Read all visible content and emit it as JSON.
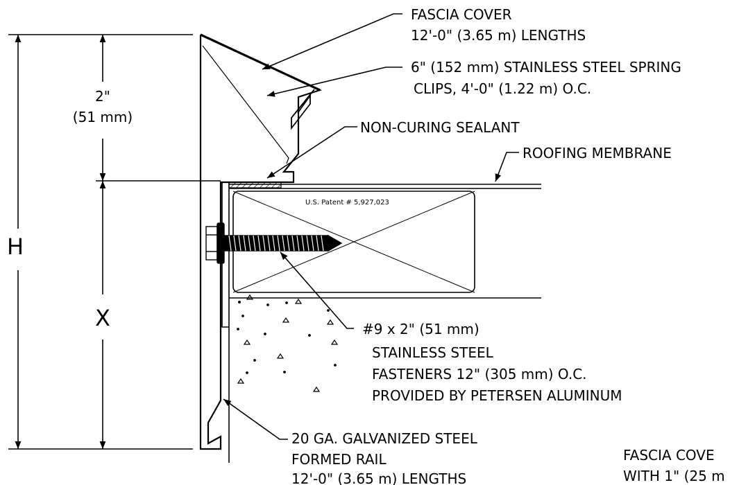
{
  "dimensions": {
    "h": "H",
    "x": "X",
    "two_in_line1": "2\"",
    "two_in_line2": "(51 mm)"
  },
  "callouts": {
    "fascia_cover": [
      "FASCIA COVER",
      "12'-0\" (3.65 m) LENGTHS"
    ],
    "spring_clips": [
      "6\" (152 mm) STAINLESS STEEL SPRING",
      "CLIPS, 4'-0\" (1.22 m) O.C."
    ],
    "sealant": [
      "NON-CURING SEALANT"
    ],
    "membrane": [
      "ROOFING MEMBRANE"
    ],
    "fastener": [
      "#9 x 2\" (51 mm)",
      "STAINLESS STEEL",
      "FASTENERS 12\" (305 mm) O.C.",
      "PROVIDED BY PETERSEN ALUMINUM"
    ],
    "rail": [
      "20 GA. GALVANIZED STEEL",
      "FORMED RAIL",
      "12'-0\" (3.65 m) LENGTHS"
    ],
    "cover_note": [
      "FASCIA COVE",
      "WITH 1\" (25 m"
    ]
  },
  "patent": "U.S. Patent # 5,927,023",
  "colors": {
    "ink": "#000000",
    "paper": "#ffffff"
  }
}
